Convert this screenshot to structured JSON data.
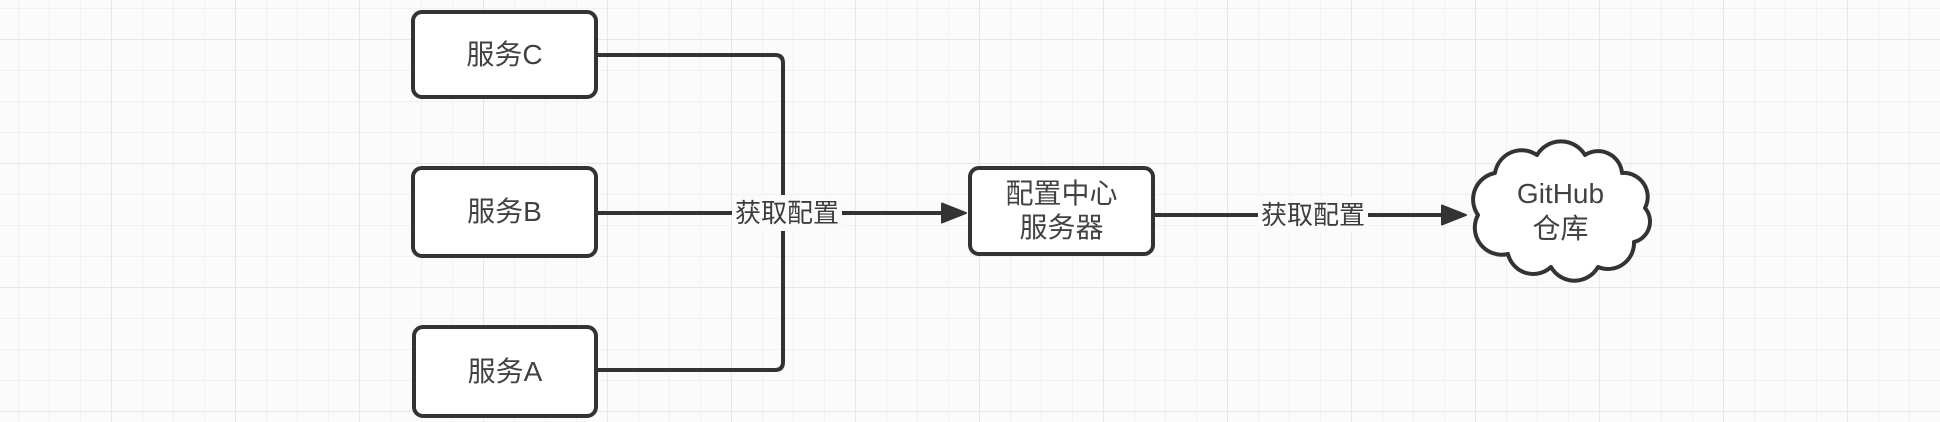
{
  "colors": {
    "canvas_background": "#fbfbfb",
    "grid_minor": "#f1f1f3",
    "grid_major": "#e7e7ea",
    "shape_stroke": "#333333",
    "shape_fill": "#ffffff",
    "text": "#424242"
  },
  "diagram": {
    "nodes": {
      "service_c": "服务C",
      "service_b": "服务B",
      "service_a": "服务A",
      "config_server_line1": "配置中心",
      "config_server_line2": "服务器",
      "github_line1": "GitHub",
      "github_line2": "仓库"
    },
    "edges": {
      "services_to_config_label": "获取配置",
      "config_to_github_label": "获取配置"
    }
  }
}
